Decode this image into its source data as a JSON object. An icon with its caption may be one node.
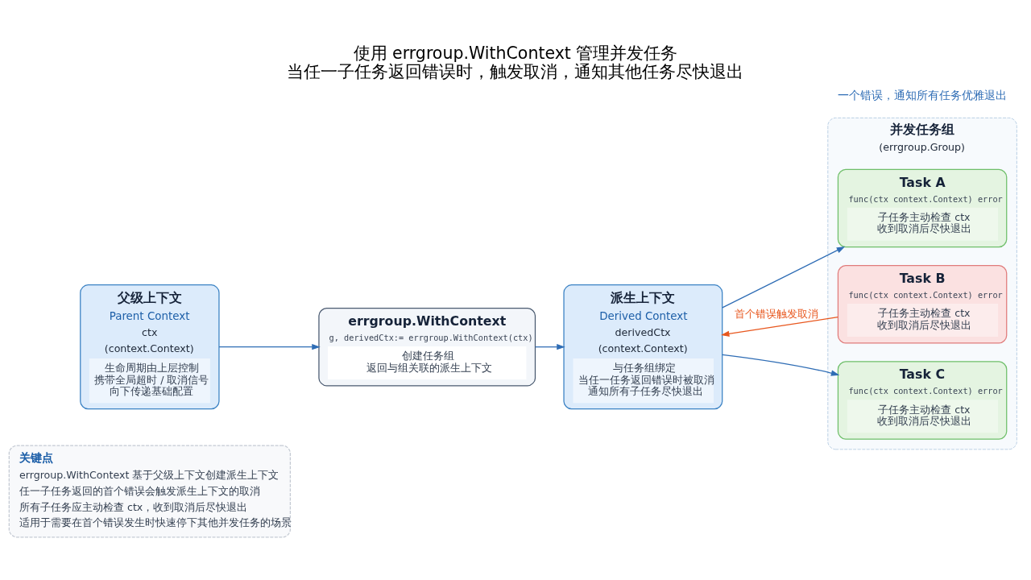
{
  "diagram": {
    "title": "使用 errgroup.WithContext 管理并发任务",
    "caption": "当任一子任务返回错误时，触发取消，通知其他任务尽快退出",
    "nodes": [
      {
        "text": [
          "父级上下文",
          "Parent Context",
          "ctx",
          "(context.Context)",
          "生命周期由上层控制",
          "携带全局超时 / 取消信号",
          "向下传递基础配置"
        ]
      },
      {
        "text": [
          "errgroup.WithContext",
          "g, derivedCtx:= errgroup.WithContext(ctx)",
          "创建任务组",
          "返回与组关联的派生上下文"
        ]
      },
      {
        "text": [
          "派生上下文",
          "Derived Context",
          "derivedCtx",
          "(context.Context)",
          "与任务组绑定",
          "当任一任务返回错误时被取消",
          "通知所有子任务尽快退出"
        ]
      },
      {
        "text": [
          "并发任务组",
          "(errgroup.Group)"
        ]
      },
      {
        "text": [
          "Task A",
          "func(ctx context.Context) error",
          "子任务主动检查 ctx",
          "收到取消后尽快退出"
        ],
        "in": 3
      },
      {
        "text": [
          "Task B",
          "func(ctx context.Context) error",
          "子任务主动检查 ctx",
          "收到取消后尽快退出"
        ],
        "in": 3
      },
      {
        "text": [
          "Task C",
          "func(ctx context.Context) error",
          "子任务主动检查 ctx",
          "收到取消后尽快退出"
        ],
        "in": 3
      },
      {
        "text": [
          "关键点",
          "errgroup.WithContext 基于父级上下文创建派生上下文",
          "任一子任务返回的首个错误会触发派生上下文的取消",
          "所有子任务应主动检查 ctx，收到取消后尽快退出",
          "适用于需要在首个错误发生时快速停下其他并发任务的场景"
        ]
      }
    ],
    "edges": [
      {
        "from": 0,
        "to": 1,
        "arrow": "to"
      },
      {
        "from": 1,
        "to": 2,
        "arrow": "to"
      },
      {
        "from": 2,
        "to": 4,
        "arrow": "to"
      },
      {
        "from": 2,
        "to": 6,
        "arrow": "to"
      },
      {
        "from": 5,
        "to": 2,
        "arrow": "to",
        "label": "首个错误触发取消",
        "color": "#e8571e"
      }
    ],
    "labels": [
      "一个错误，通知所有任务优雅退出"
    ]
  }
}
